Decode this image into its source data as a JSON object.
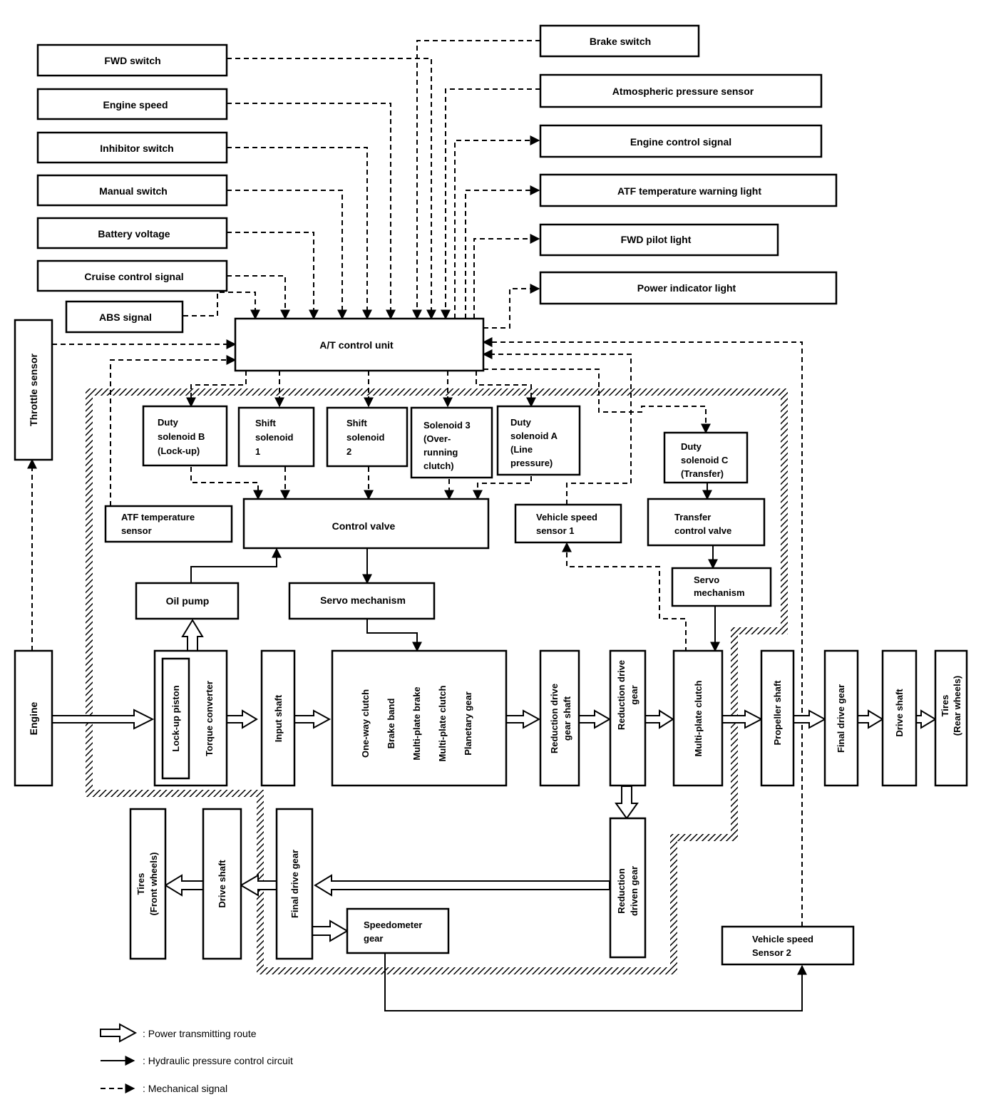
{
  "inputs": {
    "fwd_switch": "FWD switch",
    "engine_speed": "Engine speed",
    "inhibitor_switch": "Inhibitor switch",
    "manual_switch": "Manual switch",
    "battery_voltage": "Battery voltage",
    "cruise_control_signal": "Cruise control signal",
    "abs_signal": "ABS signal",
    "brake_switch": "Brake switch",
    "atmospheric_pressure_sensor": "Atmospheric pressure sensor",
    "throttle_sensor": "Throttle sensor"
  },
  "outputs": {
    "engine_control_signal": "Engine control signal",
    "atf_temp_warning_light": "ATF temperature warning light",
    "fwd_pilot_light": "FWD pilot light",
    "power_indicator_light": "Power indicator light"
  },
  "control": {
    "at_control_unit": "A/T control unit",
    "duty_solenoid_b": [
      "Duty",
      "solenoid B",
      "(Lock-up)"
    ],
    "shift_solenoid_1": [
      "Shift",
      "solenoid",
      "1"
    ],
    "shift_solenoid_2": [
      "Shift",
      "solenoid",
      "2"
    ],
    "solenoid_3": [
      "Solenoid 3",
      "(Over-",
      "running",
      "clutch)"
    ],
    "duty_solenoid_a": [
      "Duty",
      "solenoid A",
      "(Line",
      "pressure)"
    ],
    "duty_solenoid_c": [
      "Duty",
      "solenoid C",
      "(Transfer)"
    ],
    "atf_temp_sensor": [
      "ATF temperature",
      "sensor"
    ],
    "control_valve": "Control valve",
    "vehicle_speed_sensor_1": [
      "Vehicle speed",
      "sensor 1"
    ],
    "transfer_control_valve": [
      "Transfer",
      "control valve"
    ],
    "oil_pump": "Oil pump",
    "servo_mechanism": "Servo mechanism",
    "servo_mechanism_transfer": [
      "Servo",
      "mechanism"
    ]
  },
  "drivetrain": {
    "engine": "Engine",
    "lockup_piston": "Lock-up piston",
    "torque_converter": "Torque converter",
    "input_shaft": "Input shaft",
    "gearset": [
      "One-way clutch",
      "Brake band",
      "Multi-plate brake",
      "Multi-plate clutch",
      "Planetary gear"
    ],
    "reduction_drive_gear_shaft": [
      "Reduction drive",
      "gear shaft"
    ],
    "reduction_drive_gear": [
      "Reduction drive",
      "gear"
    ],
    "multi_plate_clutch": "Multi-plate clutch",
    "propeller_shaft": "Propeller shaft",
    "final_drive_gear_rear": "Final drive gear",
    "drive_shaft_rear": "Drive shaft",
    "tires_rear": [
      "Tires",
      "(Rear wheels)"
    ],
    "reduction_driven_gear": [
      "Reduction",
      "driven gear"
    ],
    "final_drive_gear_front": "Final drive gear",
    "drive_shaft_front": "Drive shaft",
    "tires_front": [
      "Tires",
      "(Front wheels)"
    ],
    "speedometer_gear": [
      "Speedometer",
      "gear"
    ],
    "vehicle_speed_sensor_2": [
      "Vehicle speed",
      "Sensor 2"
    ]
  },
  "legend": {
    "power": ": Power transmitting route",
    "hydraulic": ": Hydraulic pressure control circuit",
    "mechanical": ": Mechanical signal"
  }
}
